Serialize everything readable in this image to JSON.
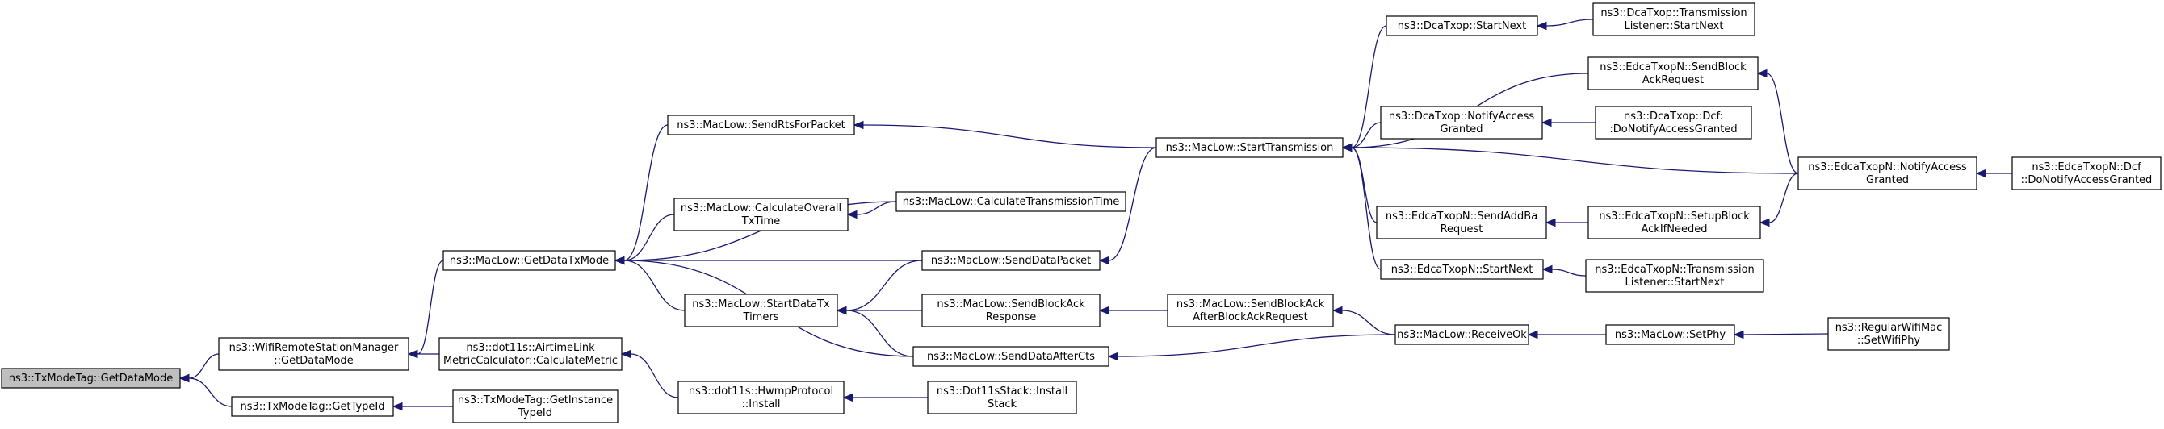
{
  "nodes": [
    {
      "id": "n0",
      "lines": [
        "ns3::TxModeTag::GetDataMode"
      ],
      "root": true
    },
    {
      "id": "n1",
      "lines": [
        "ns3::WifiRemoteStationManager",
        "::GetDataMode"
      ]
    },
    {
      "id": "n2",
      "lines": [
        "ns3::TxModeTag::GetTypeId"
      ]
    },
    {
      "id": "n3",
      "lines": [
        "ns3::MacLow::GetDataTxMode"
      ]
    },
    {
      "id": "n4",
      "lines": [
        "ns3::dot11s::AirtimeLink",
        "MetricCalculator::CalculateMetric"
      ]
    },
    {
      "id": "n5",
      "lines": [
        "ns3::TxModeTag::GetInstance",
        "TypeId"
      ]
    },
    {
      "id": "n6",
      "lines": [
        "ns3::MacLow::SendRtsForPacket"
      ]
    },
    {
      "id": "n7",
      "lines": [
        "ns3::MacLow::CalculateOverall",
        "TxTime"
      ]
    },
    {
      "id": "n8",
      "lines": [
        "ns3::MacLow::StartDataTx",
        "Timers"
      ]
    },
    {
      "id": "n9",
      "lines": [
        "ns3::dot11s::HwmpProtocol",
        "::Install"
      ]
    },
    {
      "id": "n10",
      "lines": [
        "ns3::MacLow::CalculateTransmissionTime"
      ]
    },
    {
      "id": "n11",
      "lines": [
        "ns3::MacLow::SendDataPacket"
      ]
    },
    {
      "id": "n12",
      "lines": [
        "ns3::MacLow::SendBlockAck",
        "Response"
      ]
    },
    {
      "id": "n13",
      "lines": [
        "ns3::MacLow::SendDataAfterCts"
      ]
    },
    {
      "id": "n14",
      "lines": [
        "ns3::Dot11sStack::Install",
        "Stack"
      ]
    },
    {
      "id": "n15",
      "lines": [
        "ns3::MacLow::StartTransmission"
      ]
    },
    {
      "id": "n16",
      "lines": [
        "ns3::MacLow::SendBlockAck",
        "AfterBlockAckRequest"
      ]
    },
    {
      "id": "n17",
      "lines": [
        "ns3::DcaTxop::StartNext"
      ]
    },
    {
      "id": "n18",
      "lines": [
        "ns3::DcaTxop::NotifyAccess",
        "Granted"
      ]
    },
    {
      "id": "n19",
      "lines": [
        "ns3::EdcaTxopN::SendAddBa",
        "Request"
      ]
    },
    {
      "id": "n20",
      "lines": [
        "ns3::EdcaTxopN::StartNext"
      ]
    },
    {
      "id": "n21",
      "lines": [
        "ns3::MacLow::ReceiveOk"
      ]
    },
    {
      "id": "n22",
      "lines": [
        "ns3::DcaTxop::Transmission",
        "Listener::StartNext"
      ]
    },
    {
      "id": "n23",
      "lines": [
        "ns3::EdcaTxopN::SendBlock",
        "AckRequest"
      ]
    },
    {
      "id": "n24",
      "lines": [
        "ns3::DcaTxop::Dcf:",
        ":DoNotifyAccessGranted"
      ]
    },
    {
      "id": "n25",
      "lines": [
        "ns3::EdcaTxopN::SetupBlock",
        "AckIfNeeded"
      ]
    },
    {
      "id": "n26",
      "lines": [
        "ns3::EdcaTxopN::Transmission",
        "Listener::StartNext"
      ]
    },
    {
      "id": "n27",
      "lines": [
        "ns3::MacLow::SetPhy"
      ]
    },
    {
      "id": "n28",
      "lines": [
        "ns3::EdcaTxopN::NotifyAccess",
        "Granted"
      ]
    },
    {
      "id": "n29",
      "lines": [
        "ns3::RegularWifiMac",
        "::SetWifiPhy"
      ]
    },
    {
      "id": "n30",
      "lines": [
        "ns3::EdcaTxopN::Dcf",
        "::DoNotifyAccessGranted"
      ]
    }
  ],
  "edges": [
    {
      "from": "n1",
      "to": "n0"
    },
    {
      "from": "n2",
      "to": "n0"
    },
    {
      "from": "n3",
      "to": "n1"
    },
    {
      "from": "n4",
      "to": "n1"
    },
    {
      "from": "n5",
      "to": "n2"
    },
    {
      "from": "n6",
      "to": "n3"
    },
    {
      "from": "n7",
      "to": "n3"
    },
    {
      "from": "n10",
      "to": "n3"
    },
    {
      "from": "n11",
      "to": "n3"
    },
    {
      "from": "n8",
      "to": "n3"
    },
    {
      "from": "n13",
      "to": "n3"
    },
    {
      "from": "n9",
      "to": "n4"
    },
    {
      "from": "n10",
      "to": "n7"
    },
    {
      "from": "n11",
      "to": "n8"
    },
    {
      "from": "n12",
      "to": "n8"
    },
    {
      "from": "n13",
      "to": "n8"
    },
    {
      "from": "n14",
      "to": "n9"
    },
    {
      "from": "n15",
      "to": "n6"
    },
    {
      "from": "n15",
      "to": "n11"
    },
    {
      "from": "n16",
      "to": "n12"
    },
    {
      "from": "n21",
      "to": "n13"
    },
    {
      "from": "n17",
      "to": "n15"
    },
    {
      "from": "n23",
      "to": "n15"
    },
    {
      "from": "n18",
      "to": "n15"
    },
    {
      "from": "n28",
      "to": "n15"
    },
    {
      "from": "n19",
      "to": "n15"
    },
    {
      "from": "n20",
      "to": "n15"
    },
    {
      "from": "n21",
      "to": "n16"
    },
    {
      "from": "n22",
      "to": "n17"
    },
    {
      "from": "n24",
      "to": "n18"
    },
    {
      "from": "n25",
      "to": "n19"
    },
    {
      "from": "n26",
      "to": "n20"
    },
    {
      "from": "n27",
      "to": "n21"
    },
    {
      "from": "n28",
      "to": "n23"
    },
    {
      "from": "n28",
      "to": "n25"
    },
    {
      "from": "n29",
      "to": "n27"
    },
    {
      "from": "n30",
      "to": "n28"
    }
  ]
}
